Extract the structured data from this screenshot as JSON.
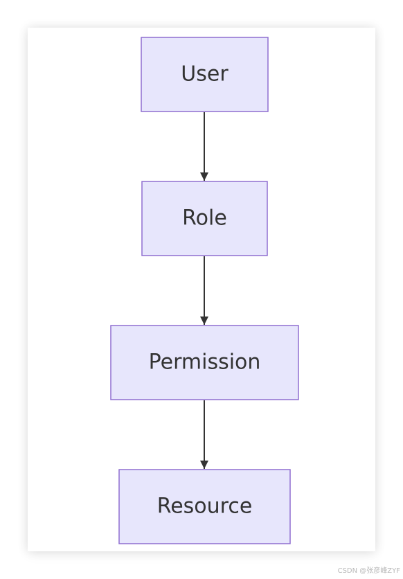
{
  "diagram": {
    "type": "flowchart",
    "direction": "top-to-bottom",
    "nodes": [
      {
        "id": "user",
        "label": "User"
      },
      {
        "id": "role",
        "label": "Role"
      },
      {
        "id": "permission",
        "label": "Permission"
      },
      {
        "id": "resource",
        "label": "Resource"
      }
    ],
    "edges": [
      {
        "from": "user",
        "to": "role"
      },
      {
        "from": "role",
        "to": "permission"
      },
      {
        "from": "permission",
        "to": "resource"
      }
    ],
    "colors": {
      "node_fill": "#e7e6fc",
      "node_stroke": "#8f6fd0",
      "edge": "#333333",
      "text": "#333333"
    }
  },
  "watermark": "CSDN @张彦峰ZYF"
}
